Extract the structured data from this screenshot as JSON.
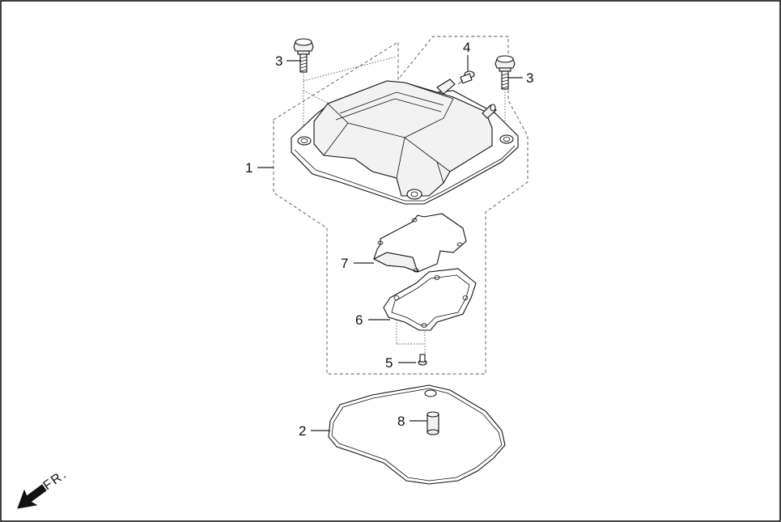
{
  "diagram": {
    "callouts": {
      "c1": "1",
      "c2": "2",
      "c3a": "3",
      "c3b": "3",
      "c4": "4",
      "c5": "5",
      "c6": "6",
      "c7": "7",
      "c8": "8"
    },
    "direction_label": "FR.",
    "icons": [
      "front-arrow-icon"
    ]
  }
}
